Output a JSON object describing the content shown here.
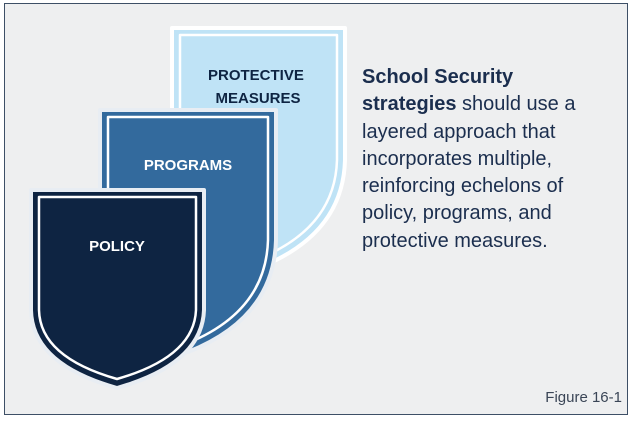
{
  "shields": {
    "protective": "PROTECTIVE\nMEASURES",
    "programs": "PROGRAMS",
    "policy": "POLICY"
  },
  "caption": {
    "lead": "School Security strategies",
    "rest": " should use a layered approach that incorporates multiple, reinforcing echelons of policy, programs, and protective measures."
  },
  "figure_label": "Figure 16-1",
  "colors": {
    "protective_fill": "#bfe3f6",
    "programs_fill": "#336a9d",
    "policy_fill": "#0e2442",
    "text_dark": "#1b2e4e"
  }
}
